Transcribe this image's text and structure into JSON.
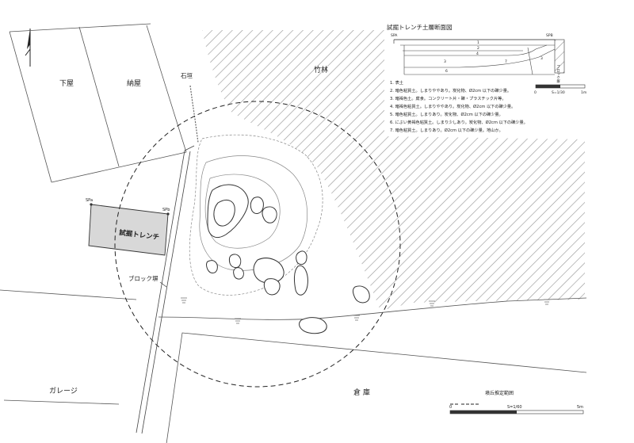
{
  "labels": {
    "shimoya": "下屋",
    "nouya": "納屋",
    "ishigaki": "石垣",
    "chikurin": "竹林",
    "trench": "試掘トレンチ",
    "block_wall": "ブロック塀",
    "garage": "ガレージ",
    "kura": "倉 庫",
    "spa": "SPa",
    "spb": "SPb"
  },
  "section": {
    "title": "試掘トレンチ土層断面図",
    "spa": "SPA",
    "spb": "SPB",
    "wall_label": "ブロック塀",
    "layer_numbers": [
      "1",
      "2",
      "4",
      "3",
      "7",
      "6",
      "3"
    ],
    "scale_label": "S=1/30",
    "scale_zero": "0",
    "scale_end": "1m"
  },
  "legend": [
    "1. 表土",
    "2. 暗色粘質土。しまりややあり。炭化物、Ø2cm 以下の礫少量。",
    "3. 暗褐色土。腐食。コンクリート片・礫・プラスチック片等。",
    "4. 暗褐色粘質土。しまりややあり。炭化物、Ø2cm 以下の礫少量。",
    "5. 暗色粘質土。しまりあり。炭化物、Ø2cm 以下の礫少量。",
    "6. にぶい黄褐色粘質土。しまり少しあり。炭化物、Ø2cm 以下の礫少量。",
    "7. 暗色粘質土。しまりあり。Ø2cm 以下の礫少量。地山か。"
  ],
  "bottom_legend": {
    "estimate_label": "墳丘推定範囲",
    "scale_label": "S=1/60",
    "scale_zero": "0",
    "scale_end": "5m"
  }
}
